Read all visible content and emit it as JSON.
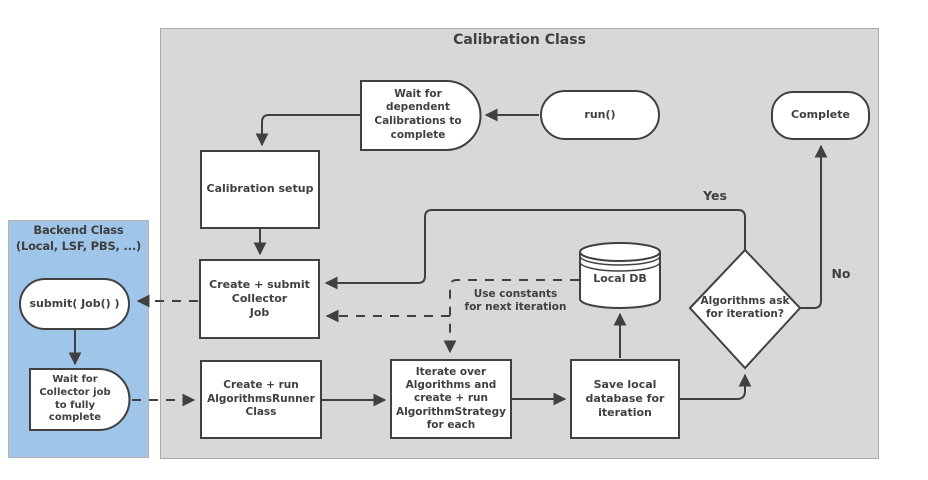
{
  "panels": {
    "calibration": {
      "title": "Calibration Class"
    },
    "backend": {
      "title": "Backend Class\n(Local, LSF, PBS, ...)"
    }
  },
  "nodes": {
    "wait_dependent": {
      "label": "Wait for\ndependent\nCalibrations to\ncomplete",
      "shape": "delay"
    },
    "run": {
      "label": "run()",
      "shape": "stadium"
    },
    "complete": {
      "label": "Complete",
      "shape": "stadium"
    },
    "calibration_setup": {
      "label": "Calibration setup",
      "shape": "rect"
    },
    "create_submit_collector": {
      "label": "Create + submit\nCollector\nJob",
      "shape": "rect"
    },
    "submit_job": {
      "label": "submit( Job() )",
      "shape": "stadium"
    },
    "wait_collector": {
      "label": "Wait for\nCollector job\nto fully\ncomplete",
      "shape": "delay"
    },
    "create_run_runner": {
      "label": "Create + run\nAlgorithmsRunner\nClass",
      "shape": "rect"
    },
    "iterate_algorithms": {
      "label": "Iterate over\nAlgorithms and\ncreate + run\nAlgorithmStrategy\nfor each",
      "shape": "rect"
    },
    "save_local_db": {
      "label": "Save local\ndatabase for\niteration",
      "shape": "rect"
    },
    "local_db": {
      "label": "Local DB",
      "shape": "cylinder"
    },
    "decision_iteration": {
      "label": "Algorithms ask\nfor iteration?",
      "shape": "diamond"
    }
  },
  "edge_labels": {
    "yes": "Yes",
    "no": "No",
    "use_constants": "Use constants\nfor next iteration"
  },
  "colors": {
    "panel_gray": "#d8d8d8",
    "backend_blue": "#9fc5e8",
    "stroke_dark": "#404040",
    "node_fill": "#ffffff"
  }
}
